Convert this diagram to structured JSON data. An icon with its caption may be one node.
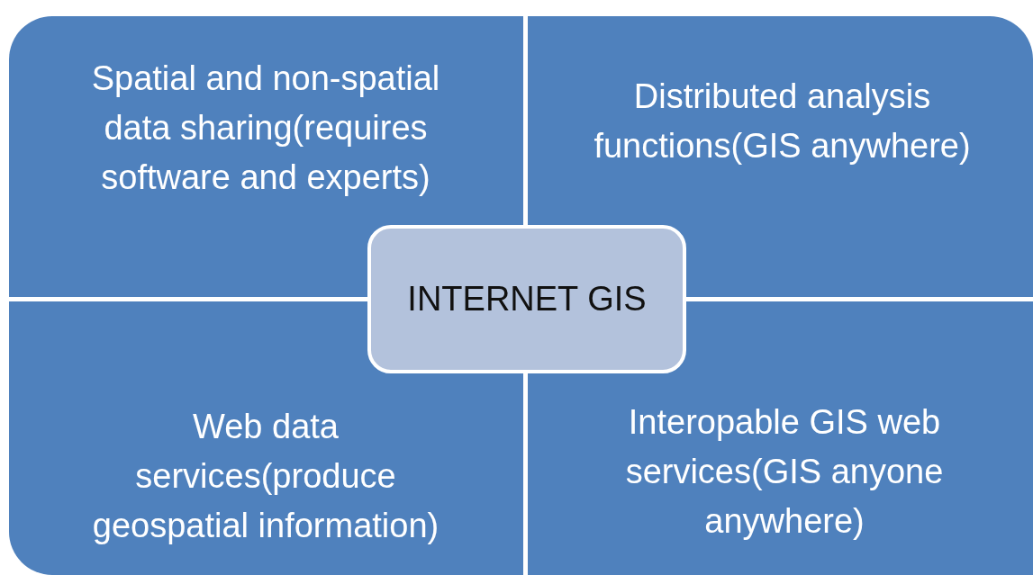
{
  "diagram": {
    "nodes": [
      {
        "text": [
          "Spatial and non-spatial data sharing(requires software and experts)"
        ]
      },
      {
        "text": [
          "Distributed analysis functions(GIS anywhere)"
        ]
      },
      {
        "text": [
          "INTERNET GIS"
        ]
      },
      {
        "text": [
          "Web data services(produce geospatial information)"
        ]
      },
      {
        "text": [
          "Interopable GIS web services(GIS anyone anywhere)"
        ]
      }
    ]
  }
}
